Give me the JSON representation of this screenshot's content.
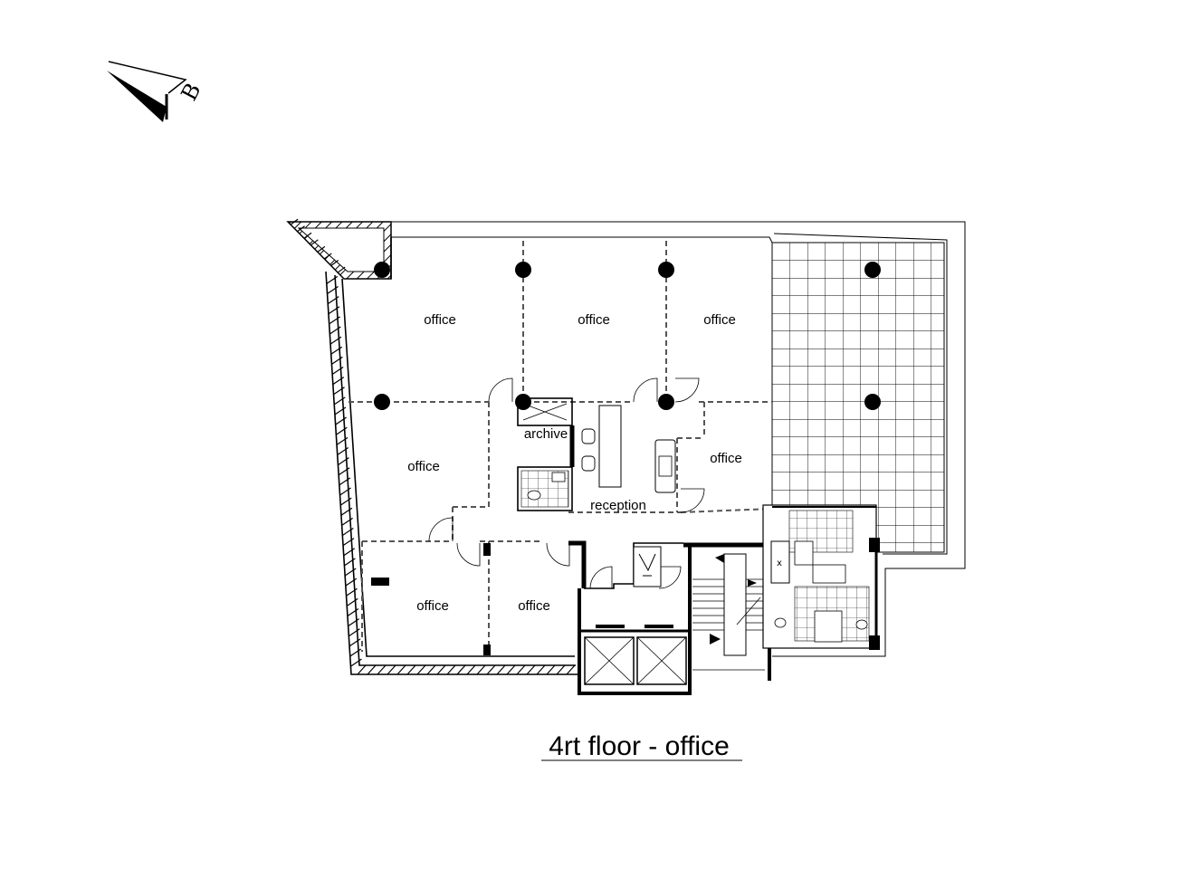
{
  "north_marker": {
    "letter": "B"
  },
  "rooms": [
    {
      "id": "office-nw",
      "label": "office"
    },
    {
      "id": "office-n-mid",
      "label": "office"
    },
    {
      "id": "office-ne",
      "label": "office"
    },
    {
      "id": "office-w",
      "label": "office"
    },
    {
      "id": "archive",
      "label": "archive"
    },
    {
      "id": "office-e",
      "label": "office"
    },
    {
      "id": "reception",
      "label": "reception"
    },
    {
      "id": "office-sw",
      "label": "office"
    },
    {
      "id": "office-s",
      "label": "office"
    }
  ],
  "title": "4rt floor - office"
}
